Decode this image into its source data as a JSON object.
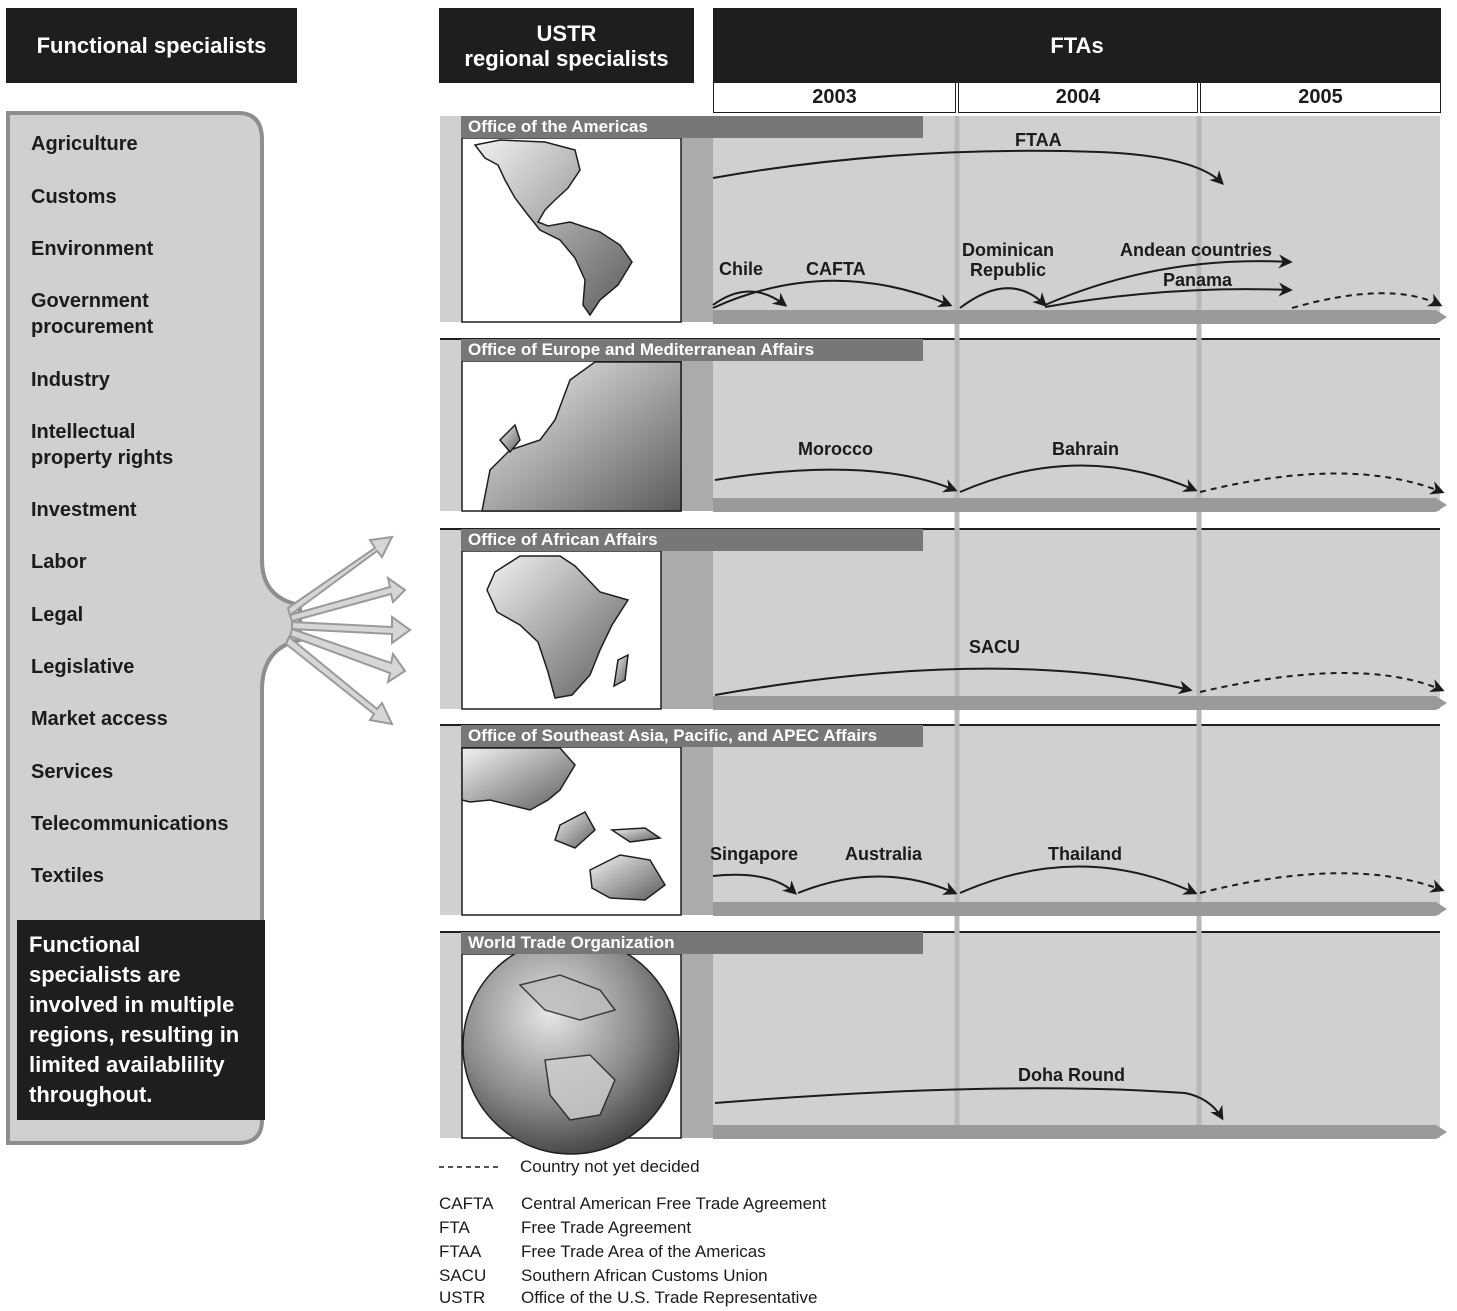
{
  "headers": {
    "functional": "Functional specialists",
    "ustr": "USTR\nregional specialists",
    "ftas": "FTAs"
  },
  "years": [
    "2003",
    "2004",
    "2005"
  ],
  "functional_specialists": [
    "Agriculture",
    "Customs",
    "Environment",
    "Government\nprocurement",
    "Industry",
    "Intellectual\nproperty rights",
    "Investment",
    "Labor",
    "Legal",
    "Legislative",
    "Market access",
    "Services",
    "Telecommunications",
    "Textiles"
  ],
  "note": "Functional\nspecialists are\ninvolved in multiple\nregions, resulting in\nlimited availablility\nthroughout.",
  "offices": [
    {
      "title": "Office of the Americas",
      "map": "americas-map",
      "ftas": [
        "FTAA",
        "Chile",
        "CAFTA",
        "Dominican\nRepublic",
        "Andean countries",
        "Panama"
      ]
    },
    {
      "title": "Office of Europe and Mediterranean Affairs",
      "map": "europe-map",
      "ftas": [
        "Morocco",
        "Bahrain"
      ]
    },
    {
      "title": "Office of African Affairs",
      "map": "africa-map",
      "ftas": [
        "SACU"
      ]
    },
    {
      "title": "Office of Southeast Asia, Pacific, and APEC Affairs",
      "map": "asia-pacific-map",
      "ftas": [
        "Singapore",
        "Australia",
        "Thailand"
      ]
    },
    {
      "title": "World Trade Organization",
      "map": "globe",
      "ftas": [
        "Doha Round"
      ]
    }
  ],
  "legend": {
    "dashed_symbol": "------",
    "dashed_text": "Country not yet decided",
    "abbreviations": [
      {
        "abbr": "CAFTA",
        "text": "Central American Free Trade Agreement"
      },
      {
        "abbr": "FTA",
        "text": "Free Trade Agreement"
      },
      {
        "abbr": "FTAA",
        "text": "Free Trade Area of the Americas"
      },
      {
        "abbr": "SACU",
        "text": "Southern African Customs Union"
      },
      {
        "abbr": "USTR",
        "text": "Office of the U.S. Trade Representative"
      }
    ]
  },
  "colors": {
    "header_bg": "#1e1e1e",
    "panel_gray": "#d0d0d0",
    "office_bar": "#777777",
    "timeline_bar": "#9a9a9a"
  }
}
